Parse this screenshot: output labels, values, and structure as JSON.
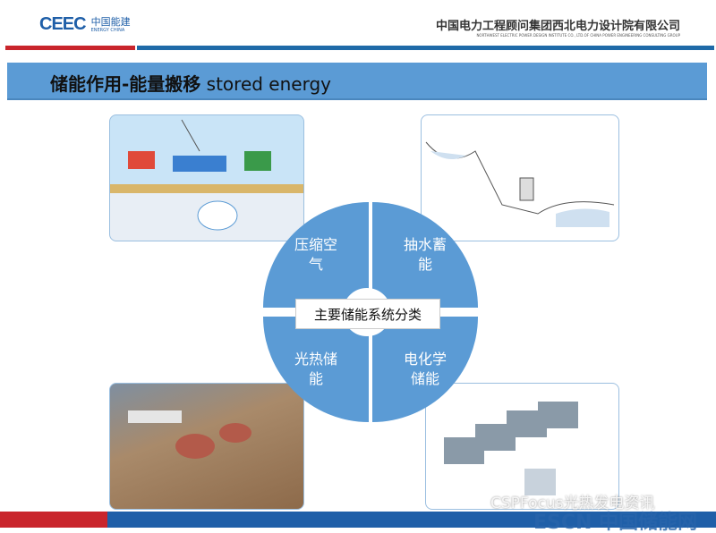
{
  "header": {
    "logo_mark": "CEEC",
    "logo_cn": "中国能建",
    "logo_en": "ENERGY CHINA",
    "org_cn": "中国电力工程顾问集团西北电力设计院有限公司",
    "org_en": "NORTHWEST ELECTRIC POWER DESIGN INSTITUTE CO., LTD.OF CHINA POWER ENGINEERING CONSULTING GROUP"
  },
  "title": {
    "cn": "储能作用-能量搬移",
    "en": "stored energy"
  },
  "diagram": {
    "center": "主要储能系统分类",
    "quadrants": [
      {
        "line1": "压缩空",
        "line2": "气"
      },
      {
        "line1": "抽水蓄",
        "line2": "能"
      },
      {
        "line1": "光热储",
        "line2": "能"
      },
      {
        "line1": "电化学",
        "line2": "储能"
      }
    ]
  },
  "watermark": {
    "line1": "CSPFocus光热发电资讯",
    "line2": "ESCN 中国储能网"
  },
  "colors": {
    "accent": "#5b9bd5",
    "red": "#c9252c",
    "blue": "#1f5fa8"
  }
}
